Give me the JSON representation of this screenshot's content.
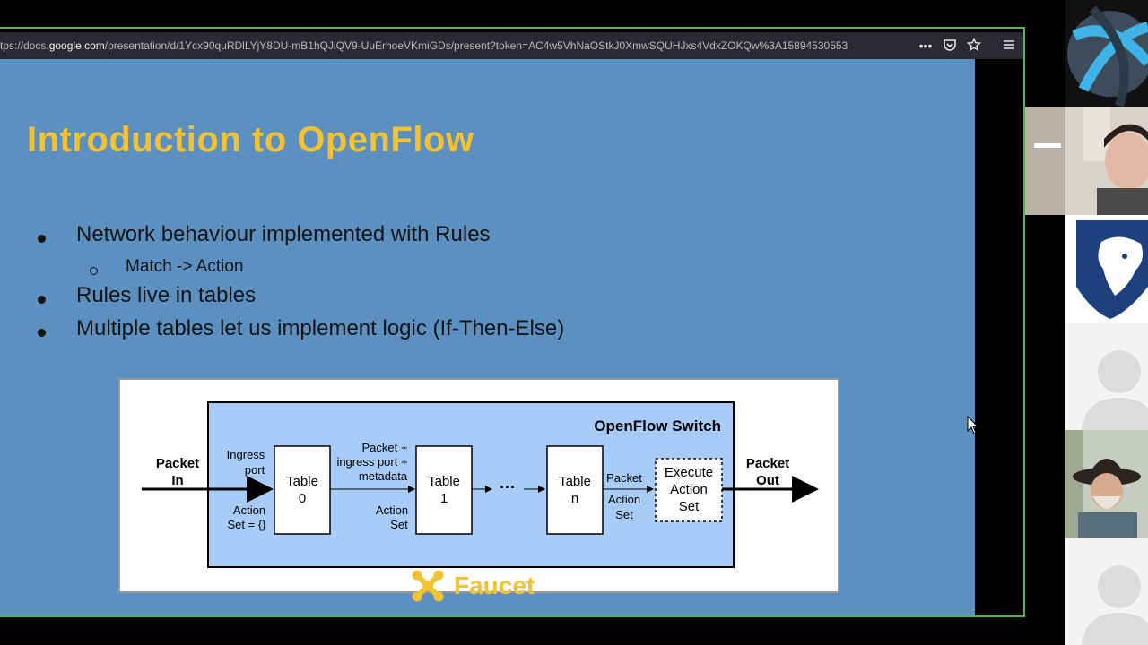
{
  "browser": {
    "url_prefix": "tps://docs.",
    "url_domain": "google.com",
    "url_rest": "/presentation/d/1Ycx90quRDlLYjY8DU-mB1hQJlQV9-UuErhoeVKmiGDs/present?token=AC4w5VhNaOStkJ0XmwSQUHJxs4VdxZOKQw%3A15894530553",
    "icons": [
      "more-icon",
      "pocket-icon",
      "bookmark-star-icon",
      "menu-icon"
    ]
  },
  "slide": {
    "title": "Introduction to OpenFlow",
    "bullets": [
      "Network behaviour implemented with Rules",
      "Rules live in tables",
      "Multiple tables let us implement logic (If-Then-Else)"
    ],
    "sub_bullet": "Match -> Action",
    "logo_text": "Faucet",
    "colors": {
      "background": "#5b90c0",
      "accent": "#f2c233"
    }
  },
  "diagram": {
    "switch_label": "OpenFlow Switch",
    "packet_in": [
      "Packet",
      "In"
    ],
    "packet_out": [
      "Packet",
      "Out"
    ],
    "ingress": [
      "Ingress",
      "port"
    ],
    "action_set_empty": [
      "Action",
      "Set = {}"
    ],
    "table0": [
      "Table",
      "0"
    ],
    "packet_meta": [
      "Packet +",
      "ingress port +",
      "metadata"
    ],
    "action_set": [
      "Action",
      "Set"
    ],
    "table1": [
      "Table",
      "1"
    ],
    "ellipsis": "···",
    "tablen": [
      "Table",
      "n"
    ],
    "packet_label": "Packet",
    "action_set2": [
      "Action",
      "Set"
    ],
    "execute": [
      "Execute",
      "Action",
      "Set"
    ]
  },
  "participants": [
    {
      "name": "participant-1-logo-tile"
    },
    {
      "name": "participant-2-video-tile"
    },
    {
      "name": "participant-3-psu-logo-tile"
    },
    {
      "name": "participant-4-avatar-tile"
    },
    {
      "name": "participant-5-video-tile"
    },
    {
      "name": "participant-6-avatar-tile"
    }
  ]
}
